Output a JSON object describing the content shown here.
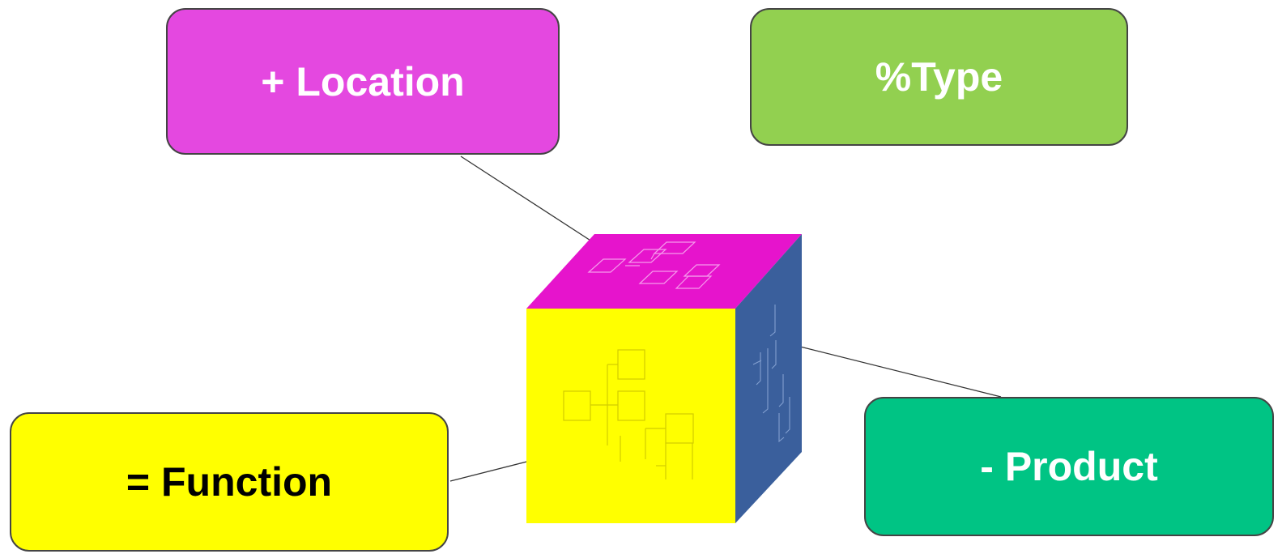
{
  "labels": {
    "location": "+ Location",
    "type": "%Type",
    "function": "= Function",
    "product": "- Product"
  },
  "colors": {
    "location": "#e448e0",
    "type": "#92d050",
    "function": "#ffff00",
    "product": "#00c484",
    "location_text": "#ffffff",
    "type_text": "#ffffff",
    "function_text": "#000000",
    "product_text": "#ffffff",
    "cube_top": "#e614cc",
    "cube_front": "#ffff00",
    "cube_side": "#3a5f9c",
    "connector": "#333333"
  }
}
